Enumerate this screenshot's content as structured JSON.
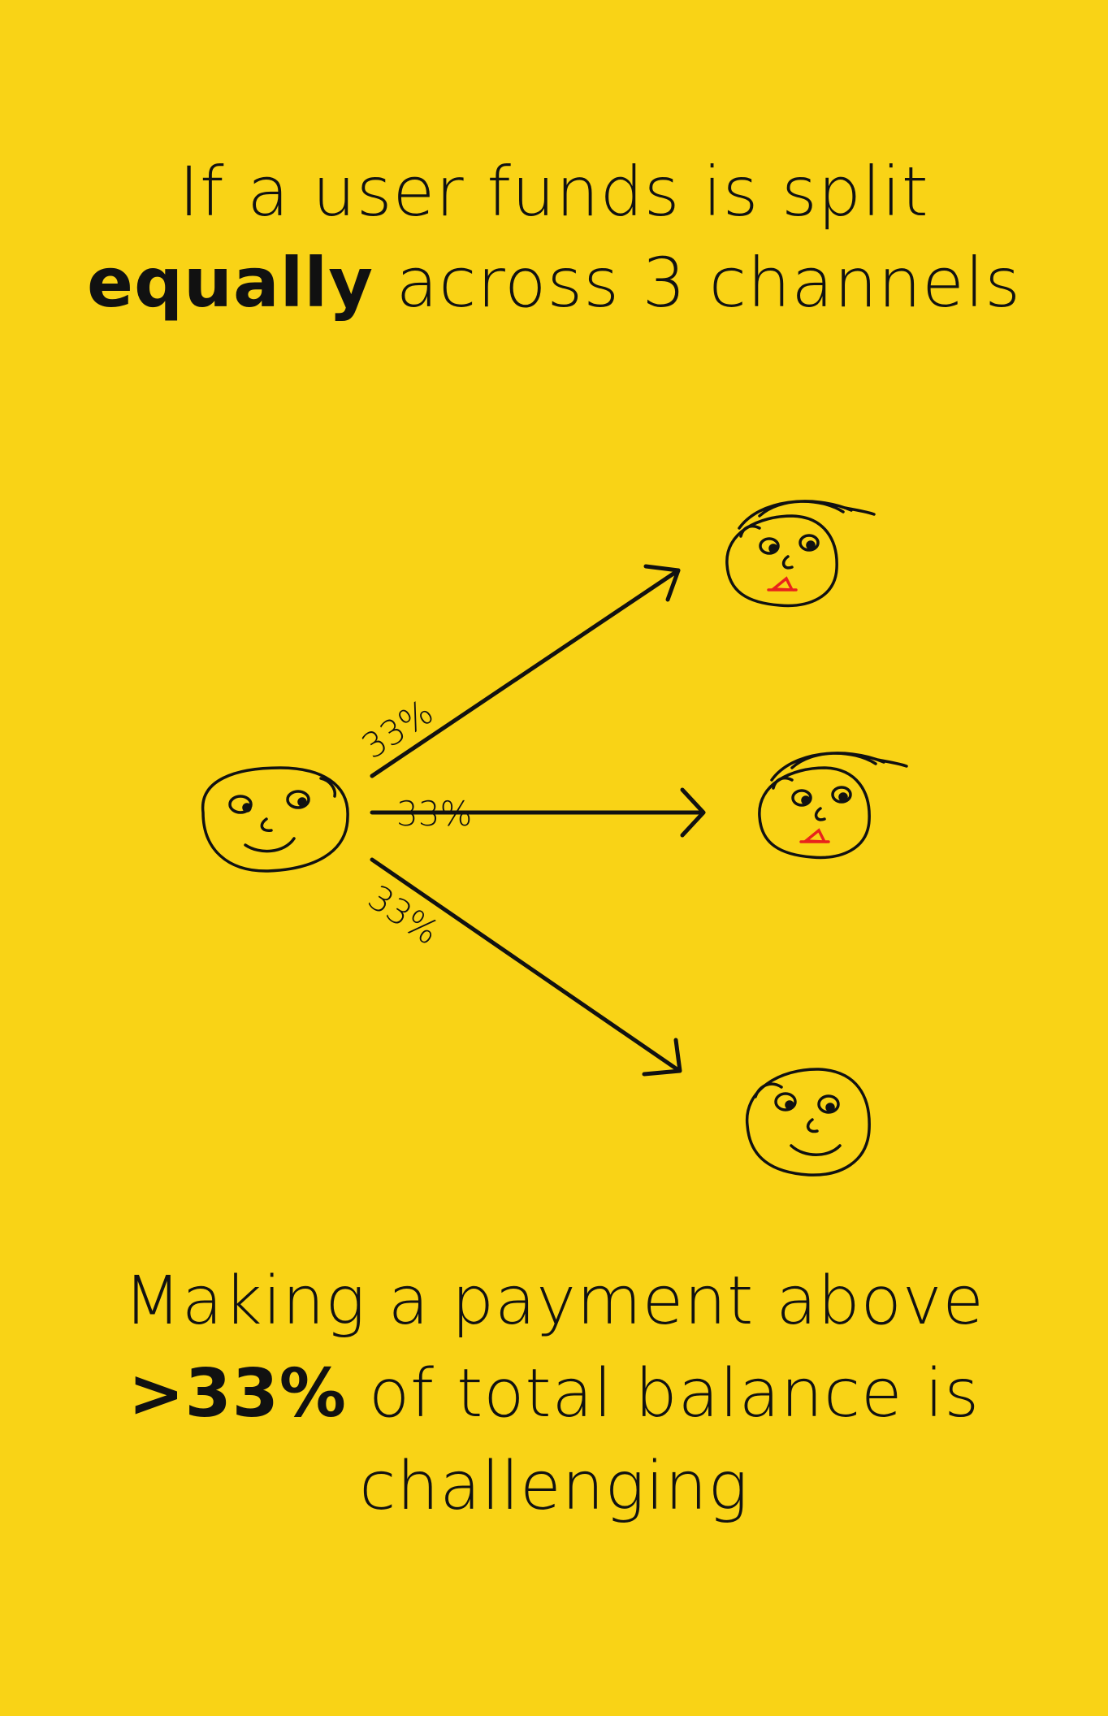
{
  "top_heading": {
    "line1": "If a user funds is split",
    "line2_bold": "equally",
    "line2_rest": " across 3 channels"
  },
  "diagram": {
    "channels": [
      {
        "label": "33%",
        "recipient_mood": "sad"
      },
      {
        "label": "33%",
        "recipient_mood": "sad"
      },
      {
        "label": "33%",
        "recipient_mood": "happy"
      }
    ],
    "colors": {
      "background": "#F9D316",
      "ink": "#111111",
      "sad_mouth": "#E8231C"
    }
  },
  "bottom_heading": {
    "line1": "Making a payment above",
    "line2_bold": ">33%",
    "line2_rest": " of total balance is",
    "line3": "challenging"
  }
}
